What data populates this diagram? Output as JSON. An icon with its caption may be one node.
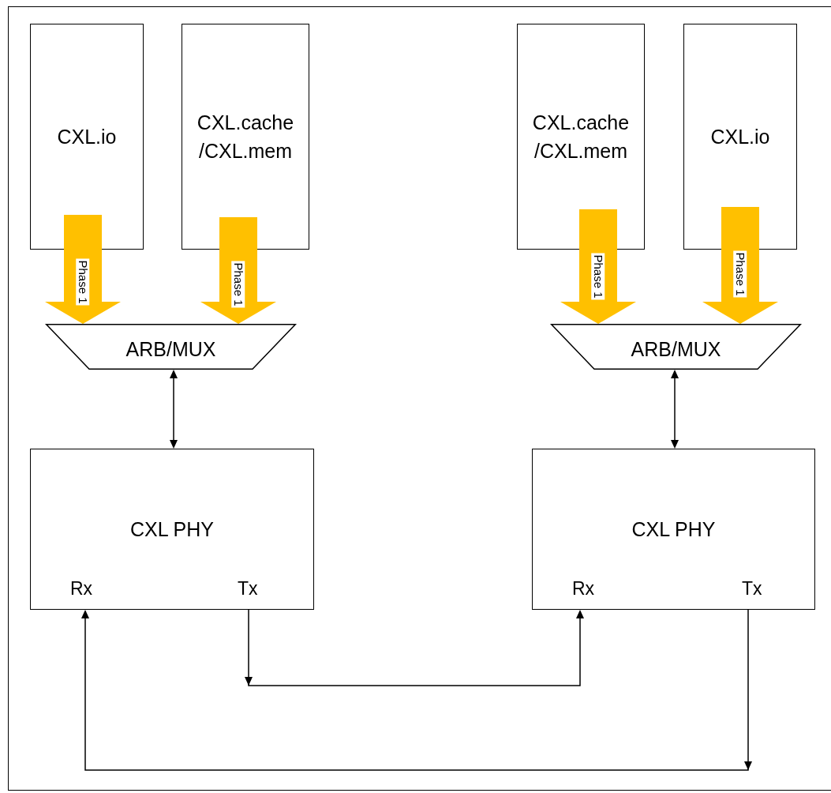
{
  "diagram": {
    "nodes": [
      {
        "text": [
          "CXL.io"
        ]
      },
      {
        "text": [
          "CXL.cache /CXL.mem"
        ]
      },
      {
        "text": [
          "ARB/MUX"
        ]
      },
      {
        "text": [
          "CXL PHY",
          "Rx",
          "Tx"
        ]
      },
      {
        "text": [
          "CXL.cache /CXL.mem"
        ]
      },
      {
        "text": [
          "CXL.io"
        ]
      },
      {
        "text": [
          "ARB/MUX"
        ]
      },
      {
        "text": [
          "CXL PHY",
          "Rx",
          "Tx"
        ]
      }
    ],
    "edges": [
      {
        "from": 0,
        "to": 2,
        "arrow": "to",
        "label": "Phase 1",
        "style": "thick",
        "color": "#ffc000"
      },
      {
        "from": 1,
        "to": 2,
        "arrow": "to",
        "label": "Phase 1",
        "style": "thick",
        "color": "#ffc000"
      },
      {
        "from": 4,
        "to": 6,
        "arrow": "to",
        "label": "Phase 1",
        "style": "thick",
        "color": "#ffc000"
      },
      {
        "from": 5,
        "to": 6,
        "arrow": "to",
        "label": "Phase 1",
        "style": "thick",
        "color": "#ffc000"
      },
      {
        "from": 2,
        "to": 3,
        "arrow": "both",
        "color": "#000000"
      },
      {
        "from": 6,
        "to": 7,
        "arrow": "both",
        "color": "#000000"
      },
      {
        "from": 3,
        "to": 7,
        "arrow": "to",
        "color": "#000000"
      },
      {
        "from": 7,
        "to": 3,
        "arrow": "to",
        "color": "#000000"
      }
    ]
  }
}
